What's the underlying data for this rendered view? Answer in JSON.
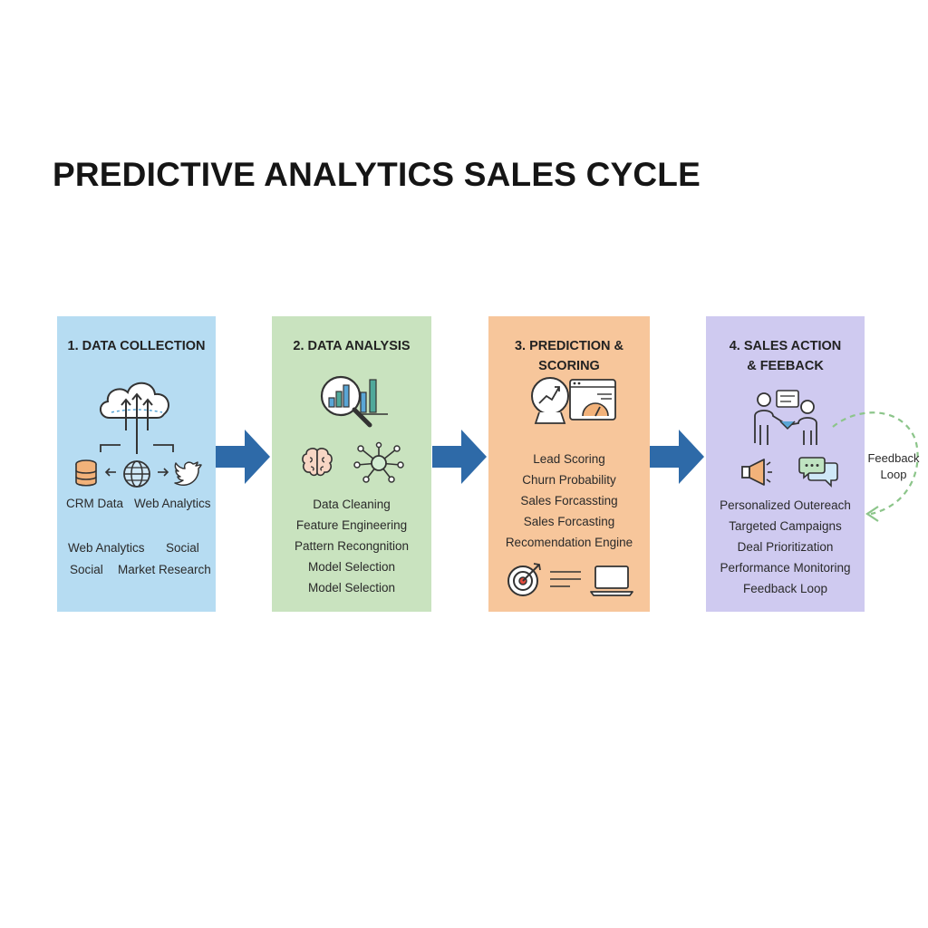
{
  "title": "PREDICTIVE ANALYTICS SALES CYCLE",
  "colors": {
    "panel_1": "#b6dcf2",
    "panel_2": "#c9e3bf",
    "panel_3": "#f7c69b",
    "panel_4": "#cfcaf0",
    "arrow": "#2e6aa8",
    "feedback_loop": "#8cc58a",
    "icon_stroke": "#333333",
    "icon_orange": "#e89a4c",
    "icon_blue": "#5aa6d6",
    "icon_teal": "#4fa89a"
  },
  "stages": [
    {
      "title_lines": [
        "1. DATA COLLECTION"
      ],
      "icons": [
        "cloud-upload-icon",
        "database-icon",
        "globe-icon",
        "twitter-bird-icon"
      ],
      "icon_labels": [
        "CRM Data",
        "Web Analytics"
      ],
      "sources": [
        "Web Analytics",
        "Social",
        "Social",
        "Market Research"
      ]
    },
    {
      "title_lines": [
        "2. DATA ANALYSIS"
      ],
      "icons": [
        "magnifier-chart-icon",
        "brain-icon",
        "network-icon"
      ],
      "items": [
        "Data Cleaning",
        "Feature Engineering",
        "Pattern Recongnition",
        "Model Selection",
        "Model Selection"
      ]
    },
    {
      "title_lines": [
        "3. PREDICTION & SCORING"
      ],
      "icons": [
        "crystal-ball-dashboard-icon",
        "target-icon",
        "laptop-icon"
      ],
      "items": [
        "Lead Scoring",
        "Churn Probability",
        "Sales Forcassting",
        "Sales Forcasting",
        "Recomendation Engine"
      ]
    },
    {
      "title_lines": [
        "4. SALES ACTION",
        "& FEEBACK"
      ],
      "icons": [
        "handshake-icon",
        "megaphone-icon",
        "chat-bubbles-icon"
      ],
      "items": [
        "Personalized Outereach",
        "Targeted Campaigns",
        "Deal Prioritization",
        "Performance Monitoring",
        "Feedback Loop"
      ]
    }
  ],
  "feedback_label_lines": [
    "Feedback",
    "Loop"
  ]
}
